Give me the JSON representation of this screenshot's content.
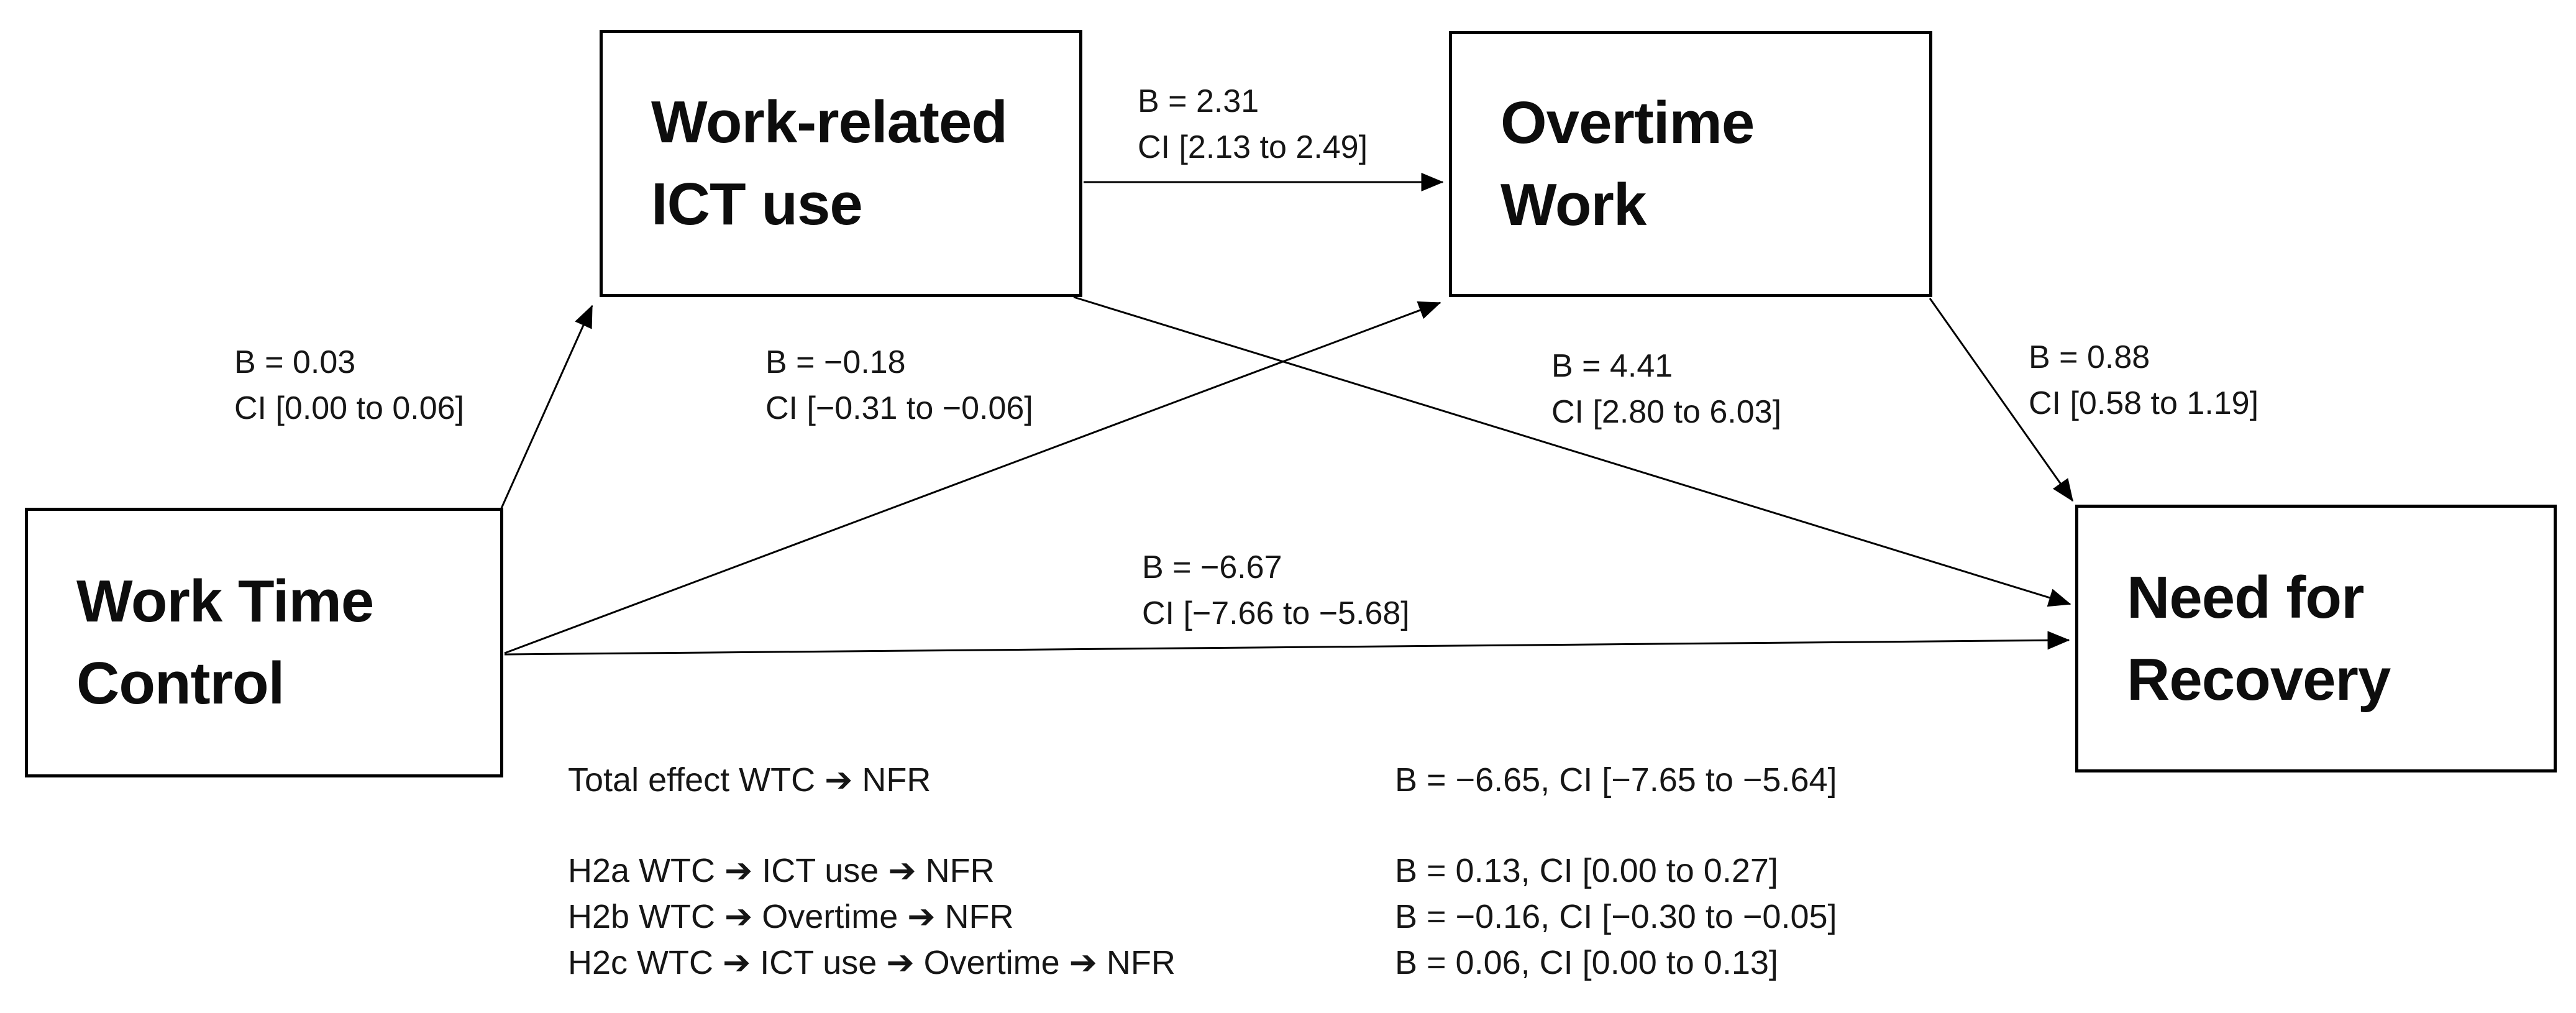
{
  "colors": {
    "ink": "#000000",
    "background": "#ffffff"
  },
  "nodes": {
    "wtc": {
      "line1": "Work Time",
      "line2": "Control"
    },
    "ict": {
      "line1": "Work-related",
      "line2": "ICT use"
    },
    "overtime": {
      "line1": "Overtime",
      "line2": "Work"
    },
    "nfr": {
      "line1": "Need for",
      "line2": "Recovery"
    }
  },
  "path_labels": {
    "wtc_ict": {
      "b": "B = 0.03",
      "ci": "CI [0.00 to 0.06]"
    },
    "ict_overtime": {
      "b": "B = 2.31",
      "ci": "CI [2.13 to 2.49]"
    },
    "wtc_overtime": {
      "b": "B = −0.18",
      "ci": "CI [−0.31 to −0.06]"
    },
    "ict_nfr": {
      "b": "B = 4.41",
      "ci": "CI [2.80 to 6.03]"
    },
    "overtime_nfr": {
      "b": "B = 0.88",
      "ci": "CI [0.58 to 1.19]"
    },
    "wtc_nfr": {
      "b": "B = −6.67",
      "ci": "CI [−7.66 to −5.68]"
    }
  },
  "summary": {
    "total": {
      "label": "Total effect WTC ➔ NFR",
      "value": "B = −6.65, CI [−7.65 to −5.64]"
    },
    "h2a": {
      "label": "H2a WTC ➔ ICT use ➔ NFR",
      "value": "B = 0.13, CI [0.00 to 0.27]"
    },
    "h2b": {
      "label": "H2b WTC ➔ Overtime ➔ NFR",
      "value": "B = −0.16, CI [−0.30 to −0.05]"
    },
    "h2c": {
      "label": "H2c WTC ➔ ICT use ➔ Overtime ➔ NFR",
      "value": "B = 0.06, CI [0.00 to 0.13]"
    }
  }
}
